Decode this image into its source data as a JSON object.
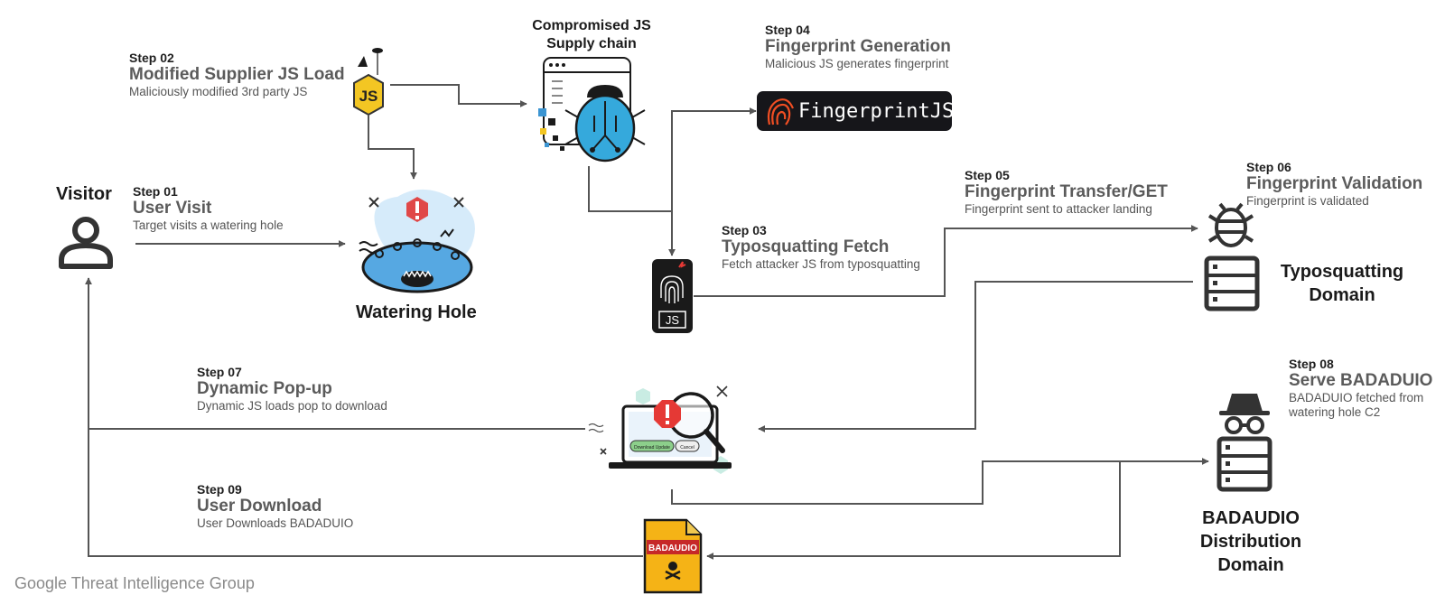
{
  "nodes": {
    "visitor": "Visitor",
    "watering_hole": "Watering Hole",
    "supply_chain": [
      "Compromised JS",
      "Supply chain"
    ],
    "typosquatting_domain": [
      "Typosquatting",
      "Domain"
    ],
    "badaudio_domain": [
      "BADAUDIO",
      "Distribution",
      "Domain"
    ]
  },
  "steps": [
    {
      "num": "Step 01",
      "title": "User Visit",
      "desc": [
        "Target visits a watering hole"
      ]
    },
    {
      "num": "Step 02",
      "title": "Modified Supplier JS Load",
      "desc": [
        "Maliciously modified 3rd party JS"
      ]
    },
    {
      "num": "Step 03",
      "title": "Typosquatting Fetch",
      "desc": [
        "Fetch attacker JS from typosquatting"
      ]
    },
    {
      "num": "Step 04",
      "title": "Fingerprint Generation",
      "desc": [
        "Malicious JS generates fingerprint"
      ]
    },
    {
      "num": "Step 05",
      "title": "Fingerprint Transfer/GET",
      "desc": [
        "Fingerprint sent to attacker landing"
      ]
    },
    {
      "num": "Step 06",
      "title": "Fingerprint Validation",
      "desc": [
        "Fingerprint is validated"
      ]
    },
    {
      "num": "Step 07",
      "title": "Dynamic Pop-up",
      "desc": [
        "Dynamic JS loads pop to download"
      ]
    },
    {
      "num": "Step 08",
      "title": "Serve BADADUIO",
      "desc": [
        "BADADUIO fetched from",
        "watering hole C2"
      ]
    },
    {
      "num": "Step 09",
      "title": "User Download",
      "desc": [
        "User Downloads BADADUIO"
      ]
    }
  ],
  "icons": {
    "js_badge": "JS",
    "js_file": "JS",
    "fingerprintjs": "FingerprintJS",
    "badaudio_file": "BADAUDIO",
    "popup_download": "Download Update",
    "popup_cancel": "Cancel"
  },
  "footer": "Google Threat Intelligence Group",
  "colors": {
    "arrow": "#555555",
    "warning_red": "#e53935",
    "bug_blue": "#35a9dc",
    "js_yellow": "#f3c623",
    "file_orange": "#f5b316",
    "water_blue": "#5aaee6",
    "dark": "#2b2b2b",
    "fp_orange": "#f04e23"
  }
}
